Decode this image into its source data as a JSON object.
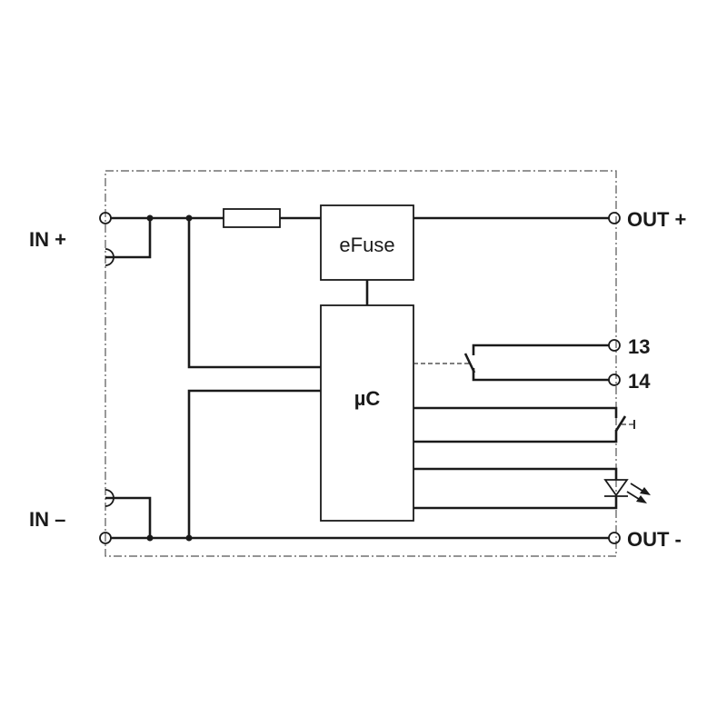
{
  "labels": {
    "in_plus": "IN +",
    "in_minus": "IN –",
    "out_plus": "OUT +",
    "out_minus": "OUT -",
    "contact_13": "13",
    "contact_14": "14",
    "efuse": "eFuse",
    "microcontroller": "µC"
  }
}
